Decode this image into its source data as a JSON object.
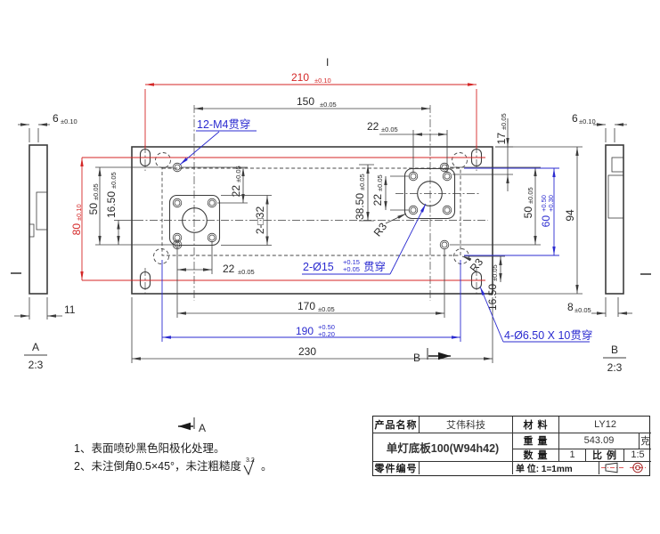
{
  "colors": {
    "red": "#d42626",
    "blue": "#2b2bd0",
    "line": "#3c3c3c"
  },
  "dims": {
    "w210": {
      "v": "210",
      "t": "±0.10"
    },
    "w150": {
      "v": "150",
      "t": "±0.05"
    },
    "p22top": {
      "v": "22",
      "t": "±0.05"
    },
    "p22lv": {
      "v": "22",
      "t": "±0.05"
    },
    "sq32": {
      "v": "2-□32"
    },
    "p22lh": {
      "v": "22",
      "t": "±0.05"
    },
    "d385": {
      "v": "38.50",
      "t": "±0.05"
    },
    "p22r": {
      "v": "22",
      "t": "±0.05"
    },
    "d17": {
      "v": "17",
      "t": "±0.05"
    },
    "d50r": {
      "v": "50",
      "t": "±0.05"
    },
    "d60": {
      "v": "60",
      "tu": "+0.50",
      "td": "+0.30"
    },
    "d94": {
      "v": "94"
    },
    "d165r": {
      "v": "16.50",
      "t": "±0.05"
    },
    "h80": {
      "v": "80",
      "t": "±0.10"
    },
    "d50l": {
      "v": "50",
      "t": "±0.05"
    },
    "d165l": {
      "v": "16.50",
      "t": "±0.05"
    },
    "d170": {
      "v": "170",
      "t": "±0.05"
    },
    "d190": {
      "v": "190",
      "tu": "+0.50",
      "td": "+0.20"
    },
    "d230": {
      "v": "230"
    },
    "t6l": {
      "v": "6",
      "t": "±0.10"
    },
    "d11": {
      "v": "11"
    },
    "t6r": {
      "v": "6",
      "t": "±0.10"
    },
    "d8": {
      "v": "8",
      "t": "±0.05"
    }
  },
  "callouts": {
    "m4": "12-M4贯穿",
    "d15": "2-Ø15",
    "d15tu": "+0.15",
    "d15td": "+0.05",
    "d15s": "贯穿",
    "slot": "4-Ø6.50 X 10贯穿",
    "r3": "R3"
  },
  "markers": {
    "i": "I",
    "a": "A",
    "b": "B",
    "va": "A",
    "vas": "2:3",
    "vb": "B",
    "vbs": "2:3"
  },
  "notes": {
    "n1": "1、表面喷砂黑色阳极化处理。",
    "n2": "2、未注倒角0.5×45°，未注粗糙度",
    "rough": "3.2",
    "period": "。"
  },
  "title_block": {
    "product_name_label": "产品名称",
    "product_name": "艾伟科技",
    "material_label": "材 料",
    "material": "LY12",
    "part_title": "单灯底板100(W94h42)",
    "weight_label": "重 量",
    "weight": "543.09",
    "weight_unit": "克",
    "qty_label": "数 量",
    "qty": "1",
    "scale_label": "比 例",
    "scale": "1:5",
    "part_no_label": "零件编号",
    "part_no": "",
    "unit_label": "单 位: 1=1mm"
  }
}
